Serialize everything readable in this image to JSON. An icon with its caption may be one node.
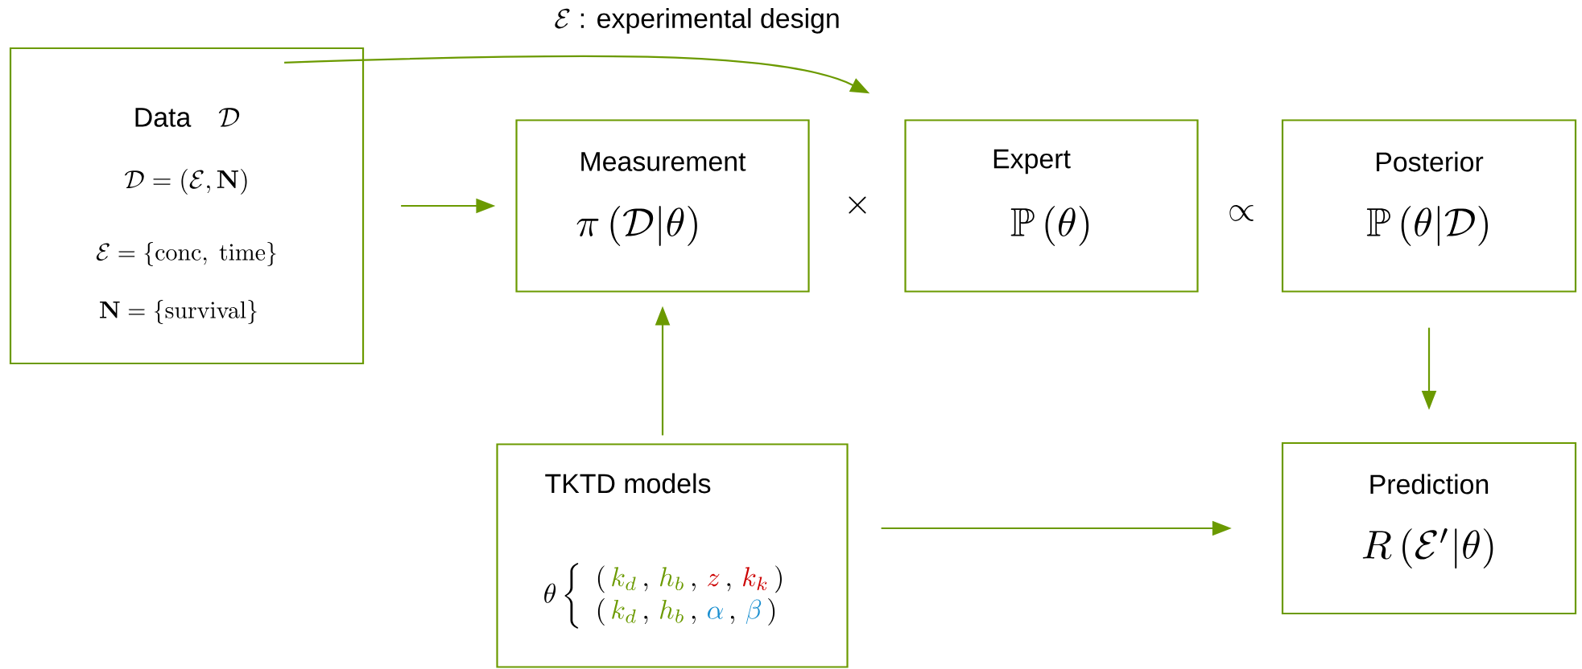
{
  "diagram": {
    "nodes": [
      {
        "text": [
          "\\text{Data}\\quad \\mathcal{D}",
          "\\mathcal{D} = (\\mathcal{E}, \\mathbf{N})",
          "\\mathcal{E} = \\{\\mathrm{conc},\\ \\mathrm{time}\\}",
          "\\mathbf{N} = \\{\\mathrm{survival}\\}"
        ]
      },
      {
        "text": [
          "Measurement",
          "\\pi\\left(\\mathcal{D}|\\theta\\right)"
        ]
      },
      {
        "text": [
          "Expert",
          "\\mathbb{P}\\left(\\theta\\right)"
        ]
      },
      {
        "text": [
          "Posterior",
          "\\mathbb{P}\\left(\\theta|\\mathcal{D}\\right)"
        ]
      },
      {
        "text": [
          "TKTD models",
          "\\theta\\left\\{\\begin{array}{l}(\\,\\textcolor[HTML]{6B9A00}{k_d}\\,,\\,\\textcolor[HTML]{6B9A00}{h_b}\\,,\\,\\textcolor[HTML]{CC0000}{z}\\,,\\,\\textcolor[HTML]{CC0000}{k_k}\\,)\\\\(\\,\\textcolor[HTML]{6B9A00}{k_d}\\,,\\,\\textcolor[HTML]{6B9A00}{h_b}\\,,\\,\\textcolor[HTML]{1A8FD0}{\\alpha}\\,,\\,\\textcolor[HTML]{1A8FD0}{\\beta}\\,)\\end{array}\\right."
        ]
      },
      {
        "text": [
          "Prediction",
          "R\\left(\\mathcal{E}'|\\theta\\right)"
        ]
      }
    ],
    "edges": [
      {
        "from": 0,
        "to": 1,
        "arrow": "to"
      },
      {
        "from": 4,
        "to": 1,
        "arrow": "to"
      },
      {
        "from": 3,
        "to": 5,
        "arrow": "to"
      },
      {
        "from": 4,
        "to": 5,
        "arrow": "to"
      },
      {
        "from": 0,
        "to": 2,
        "arrow": "to",
        "label": "\\mathcal{E}\\text{ : experimental design}"
      }
    ],
    "labels": [
      "\\times",
      "\\propto"
    ]
  }
}
